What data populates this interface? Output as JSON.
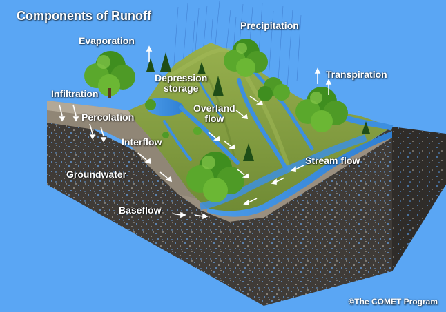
{
  "title": "Components of Runoff",
  "credit": "©The COMET Program",
  "labels": {
    "evaporation": "Evaporation",
    "precipitation": "Precipitation",
    "transpiration": "Transpiration",
    "infiltration": "Infiltration",
    "depression_storage_1": "Depression",
    "depression_storage_2": "storage",
    "overland_flow_1": "Overland",
    "overland_flow_2": "flow",
    "percolation": "Percolation",
    "interflow": "Interflow",
    "stream_flow": "Stream flow",
    "groundwater": "Groundwater",
    "baseflow": "Baseflow"
  },
  "colors": {
    "sky": "#5aa6f4",
    "grass": "#7f9a3c",
    "water": "#3d8fe0",
    "soil_top": "#9a8f7f",
    "groundwater_block": "#3f3b37",
    "label_text": "#ffffff"
  }
}
